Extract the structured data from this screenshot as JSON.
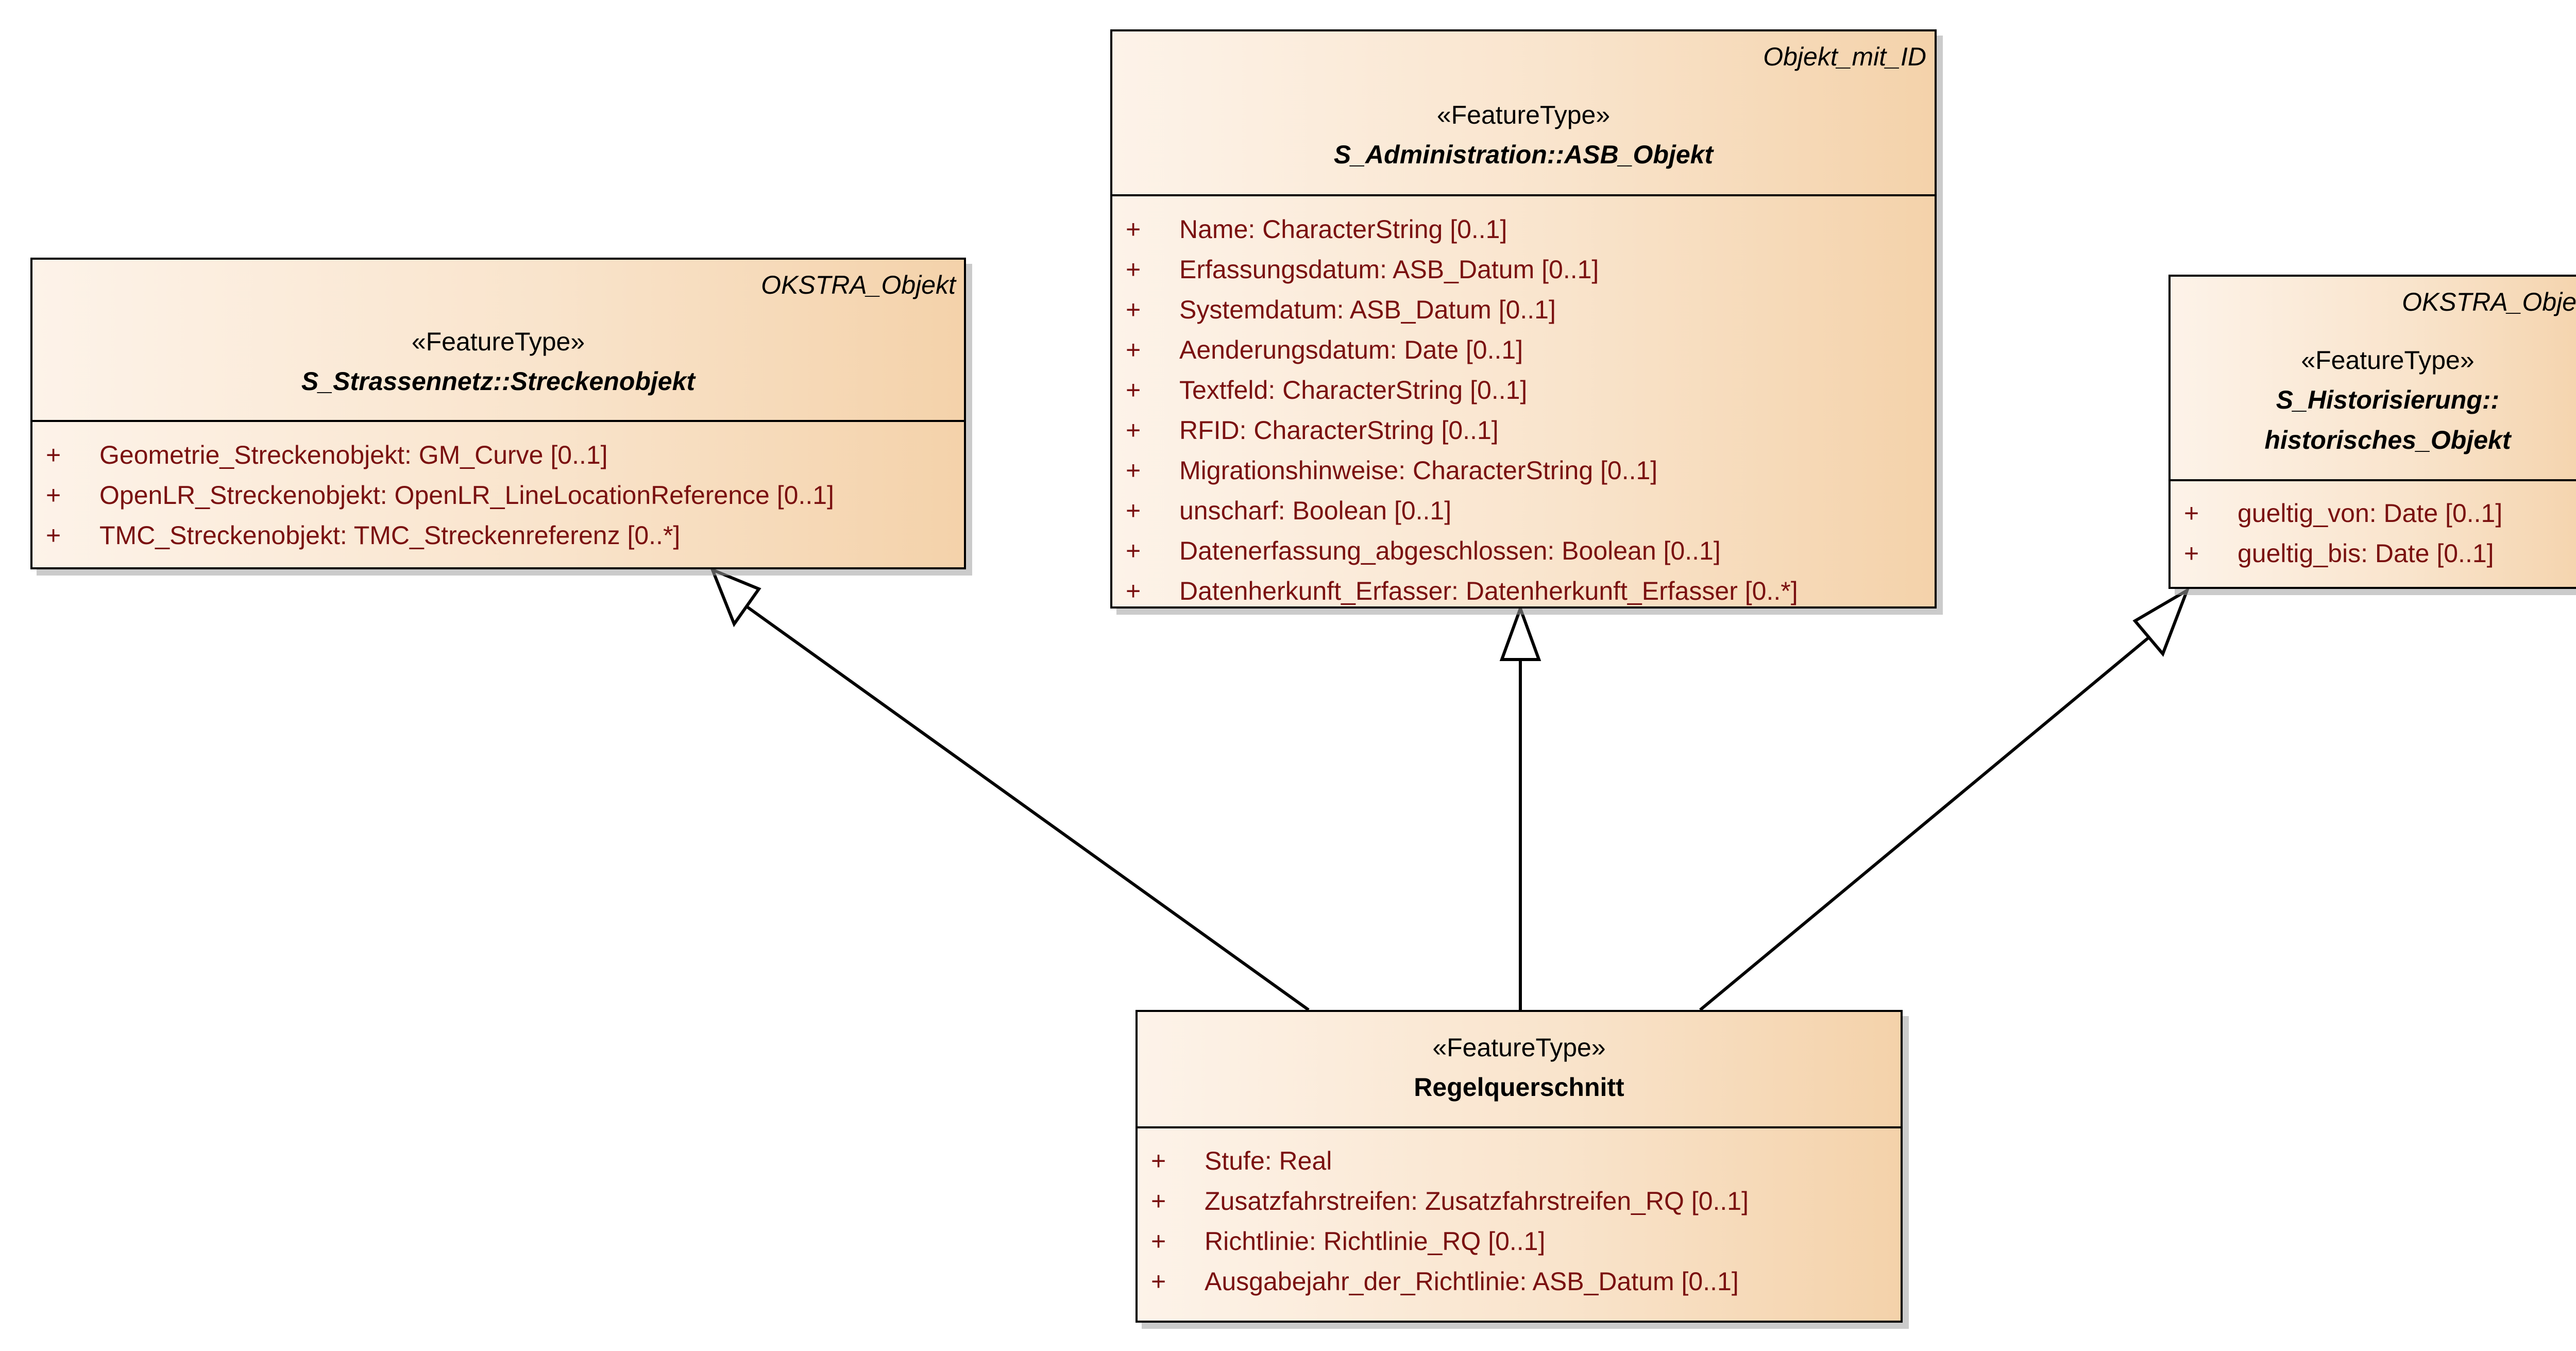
{
  "classes": {
    "strecke": {
      "tag": "OKSTRA_Objekt",
      "stereotype": "«FeatureType»",
      "name": "S_Strassennetz::Streckenobjekt",
      "attributes": [
        {
          "vis": "+",
          "text": "Geometrie_Streckenobjekt: GM_Curve [0..1]"
        },
        {
          "vis": "+",
          "text": "OpenLR_Streckenobjekt: OpenLR_LineLocationReference [0..1]"
        },
        {
          "vis": "+",
          "text": "TMC_Streckenobjekt: TMC_Streckenreferenz [0..*]"
        }
      ]
    },
    "asb": {
      "tag": "Objekt_mit_ID",
      "stereotype": "«FeatureType»",
      "name": "S_Administration::ASB_Objekt",
      "attributes": [
        {
          "vis": "+",
          "text": "Name: CharacterString [0..1]"
        },
        {
          "vis": "+",
          "text": "Erfassungsdatum: ASB_Datum [0..1]"
        },
        {
          "vis": "+",
          "text": "Systemdatum: ASB_Datum [0..1]"
        },
        {
          "vis": "+",
          "text": "Aenderungsdatum: Date [0..1]"
        },
        {
          "vis": "+",
          "text": "Textfeld: CharacterString [0..1]"
        },
        {
          "vis": "+",
          "text": "RFID: CharacterString [0..1]"
        },
        {
          "vis": "+",
          "text": "Migrationshinweise: CharacterString [0..1]"
        },
        {
          "vis": "+",
          "text": "unscharf: Boolean [0..1]"
        },
        {
          "vis": "+",
          "text": "Datenerfassung_abgeschlossen: Boolean [0..1]"
        },
        {
          "vis": "+",
          "text": "Datenherkunft_Erfasser: Datenherkunft_Erfasser [0..*]"
        }
      ]
    },
    "hist": {
      "tag": "OKSTRA_Objekt",
      "stereotype": "«FeatureType»",
      "name_line1": "S_Historisierung::",
      "name_line2": "historisches_Objekt",
      "attributes": [
        {
          "vis": "+",
          "text": "gueltig_von: Date [0..1]"
        },
        {
          "vis": "+",
          "text": "gueltig_bis: Date [0..1]"
        }
      ]
    },
    "rq": {
      "stereotype": "«FeatureType»",
      "name": "Regelquerschnitt",
      "attributes": [
        {
          "vis": "+",
          "text": "Stufe: Real"
        },
        {
          "vis": "+",
          "text": "Zusatzfahrstreifen: Zusatzfahrstreifen_RQ [0..1]"
        },
        {
          "vis": "+",
          "text": "Richtlinie: Richtlinie_RQ [0..1]"
        },
        {
          "vis": "+",
          "text": "Ausgabejahr_der_Richtlinie: ASB_Datum [0..1]"
        }
      ]
    }
  },
  "relations": [
    {
      "type": "generalization",
      "from": "Regelquerschnitt",
      "to": "S_Strassennetz::Streckenobjekt"
    },
    {
      "type": "generalization",
      "from": "Regelquerschnitt",
      "to": "S_Administration::ASB_Objekt"
    },
    {
      "type": "generalization",
      "from": "Regelquerschnitt",
      "to": "S_Historisierung::historisches_Objekt"
    }
  ]
}
